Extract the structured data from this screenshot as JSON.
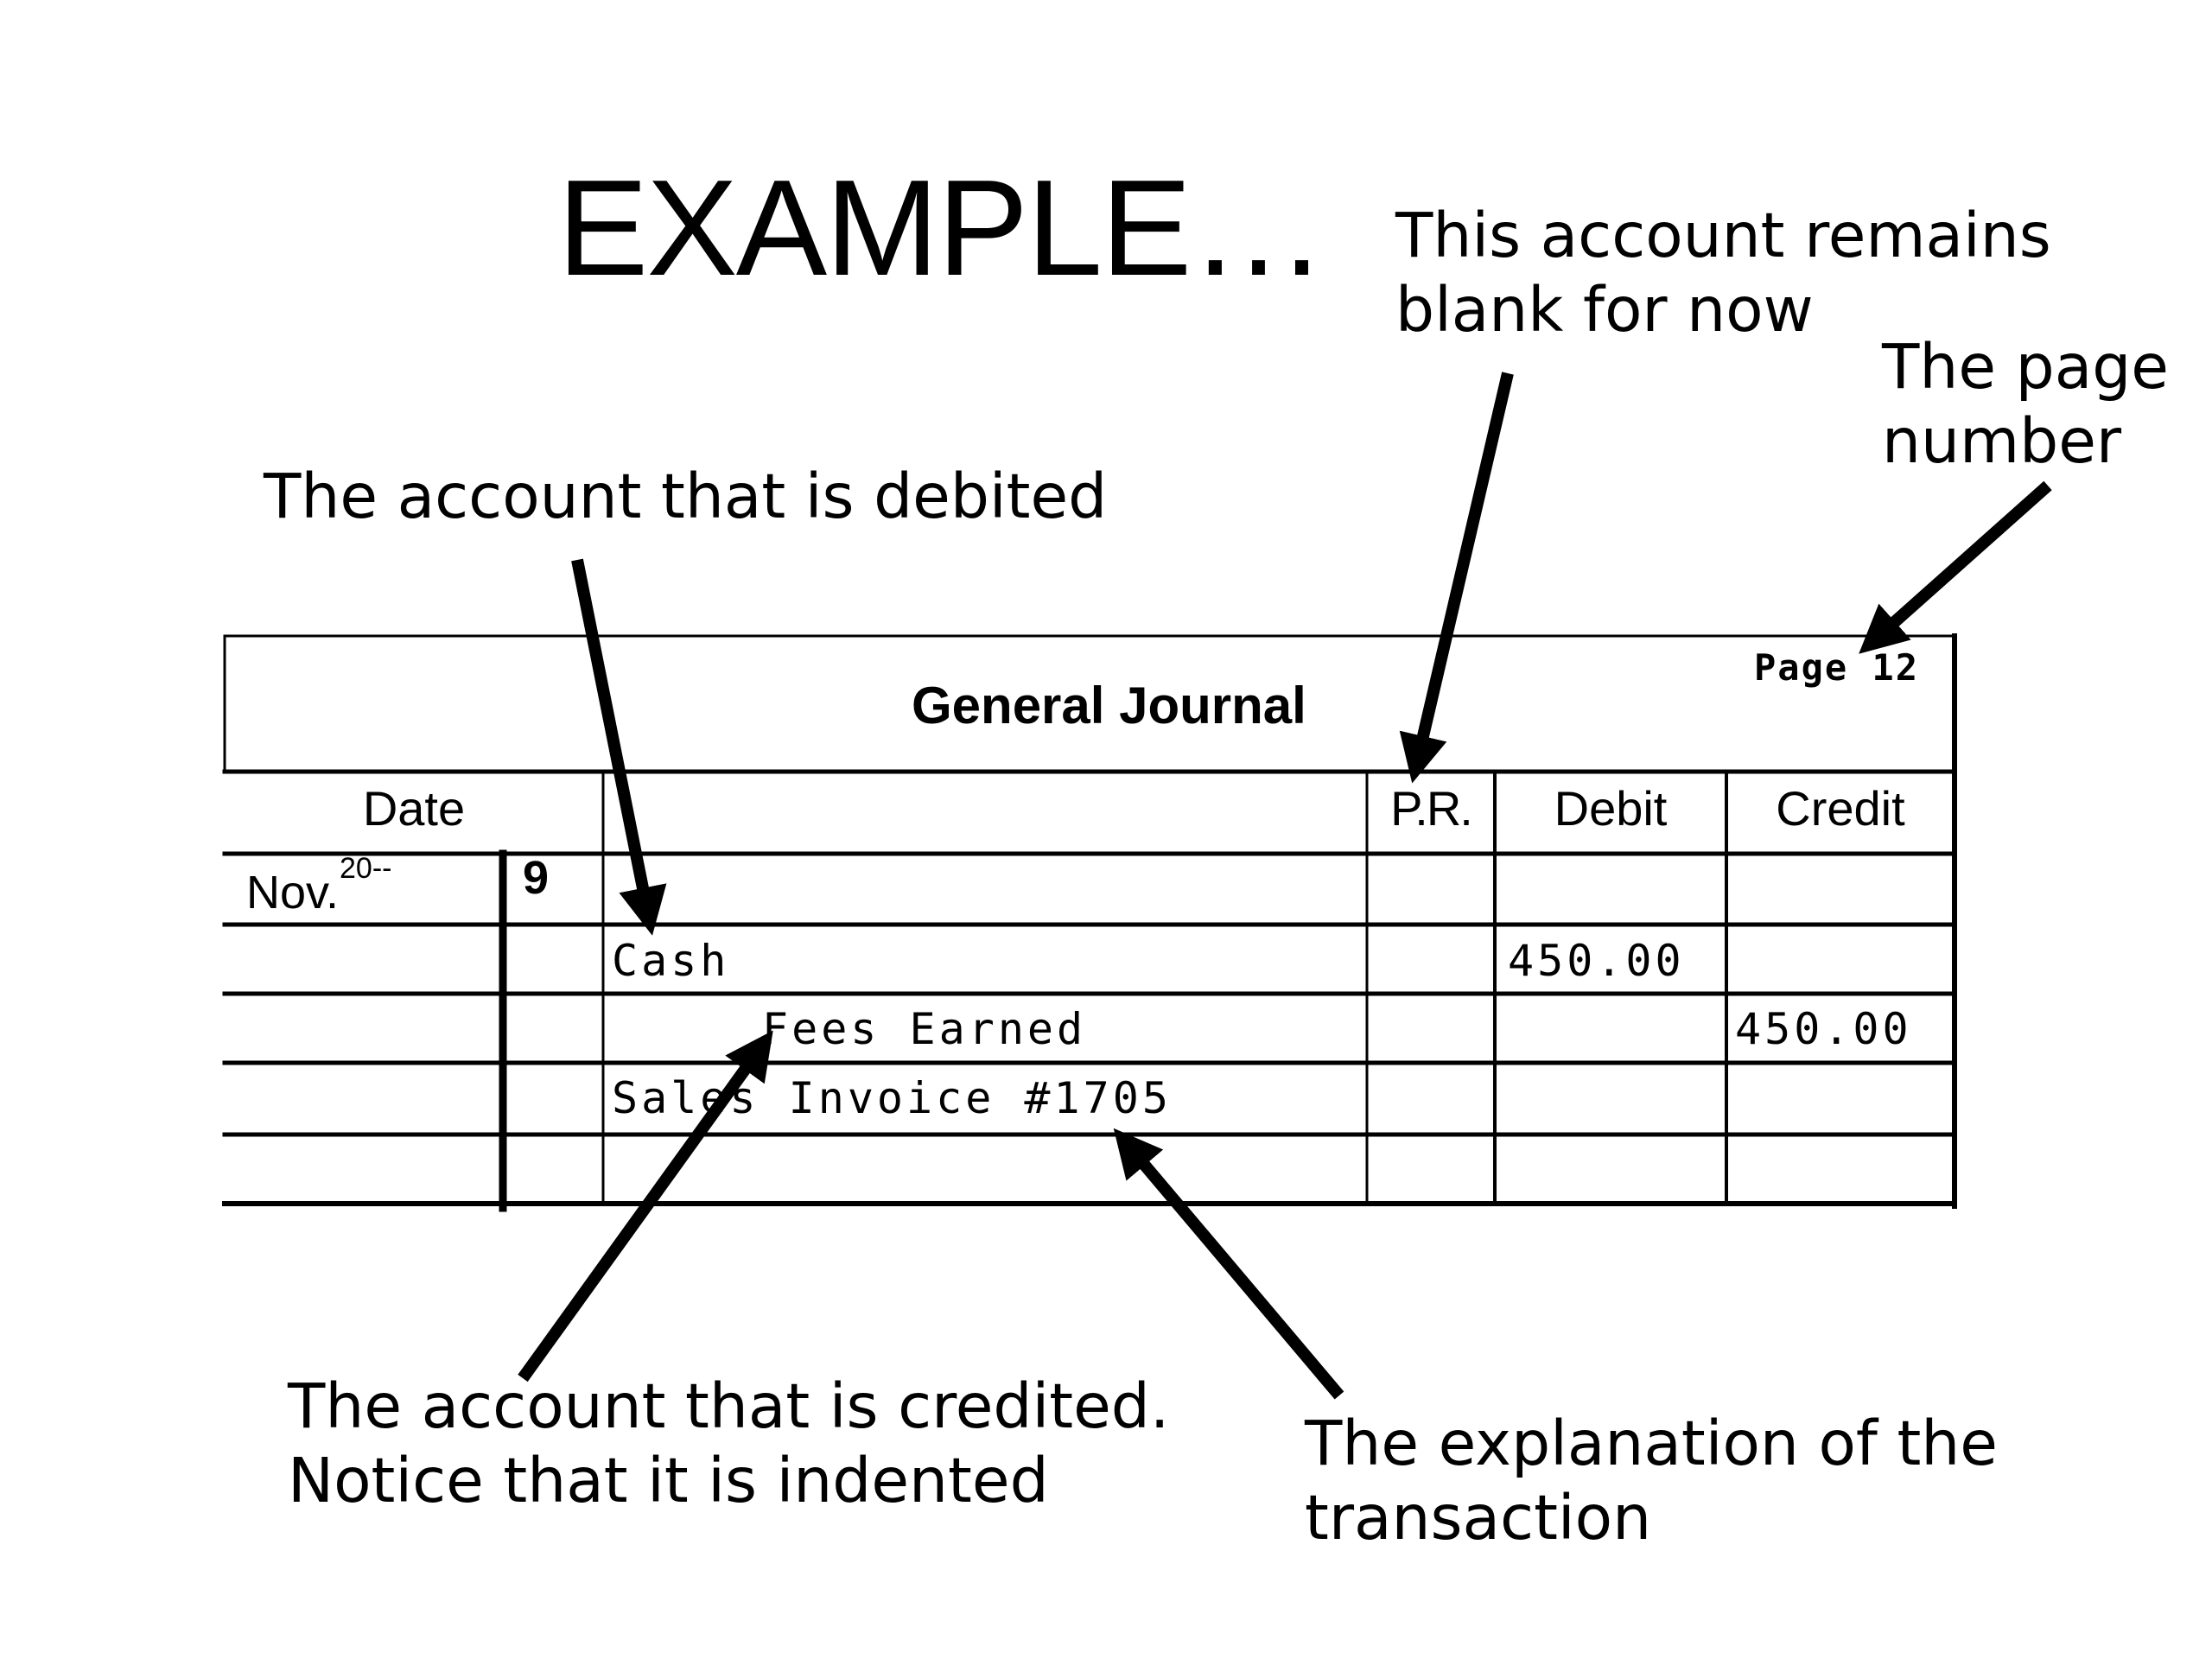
{
  "slide": {
    "title": "EXAMPLE…"
  },
  "callouts": {
    "debited": "The account that is debited",
    "pr_blank": "This account remains\nblank for now",
    "page_number": "The page\nnumber",
    "credited": "The account that is credited.\nNotice that it is indented",
    "explanation": "The explanation of the\ntransaction"
  },
  "journal": {
    "title": "General Journal",
    "page": "Page 12",
    "columns": {
      "date": "Date",
      "pr": "P.R.",
      "debit": "Debit",
      "credit": "Credit"
    },
    "entry": {
      "month": "Nov.",
      "year": "20--",
      "day": "9",
      "debit_account": "Cash",
      "debit_amount": "450.00",
      "credit_account": "Fees Earned",
      "credit_amount": "450.00",
      "explanation": "Sales Invoice #1705"
    }
  }
}
